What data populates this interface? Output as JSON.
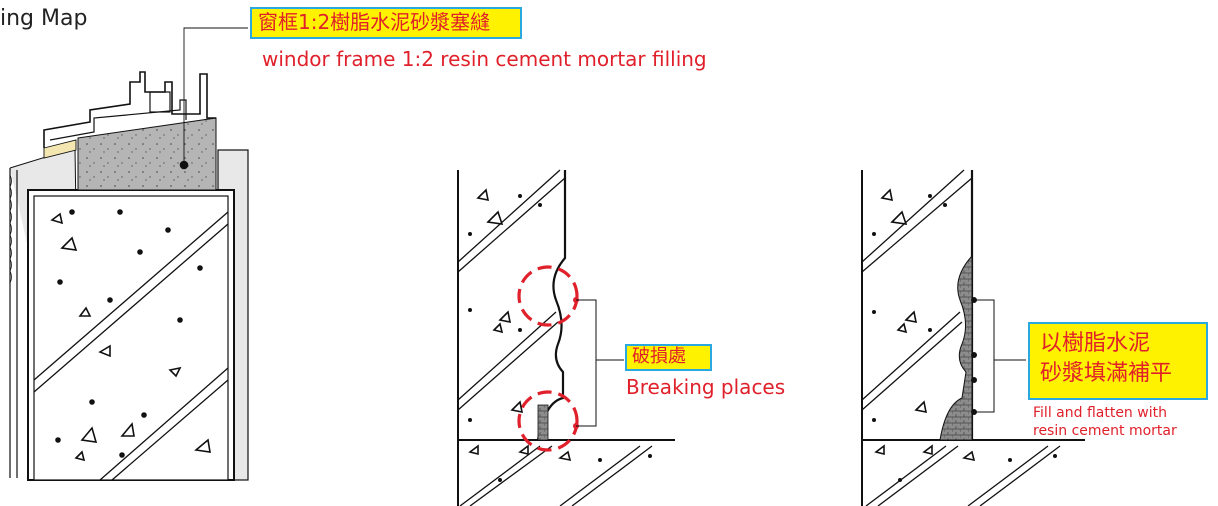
{
  "title": "ing Map",
  "labels": {
    "window_frame_zh": "窗框1:2樹脂水泥砂漿塞縫",
    "window_frame_en": "windor frame 1:2 resin cement mortar filling",
    "breaking_zh": "破損處",
    "breaking_en": "Breaking places",
    "fill_zh_line1": "以樹脂水泥",
    "fill_zh_line2": "砂漿填滿補平",
    "fill_en_line1": "Fill and flatten with",
    "fill_en_line2": "resin cement mortar"
  },
  "colors": {
    "label_bg": "#fff200",
    "label_border": "#2aa9e0",
    "label_text": "#e0202a",
    "mortar": "#a9a9a9",
    "line": "#111111"
  }
}
